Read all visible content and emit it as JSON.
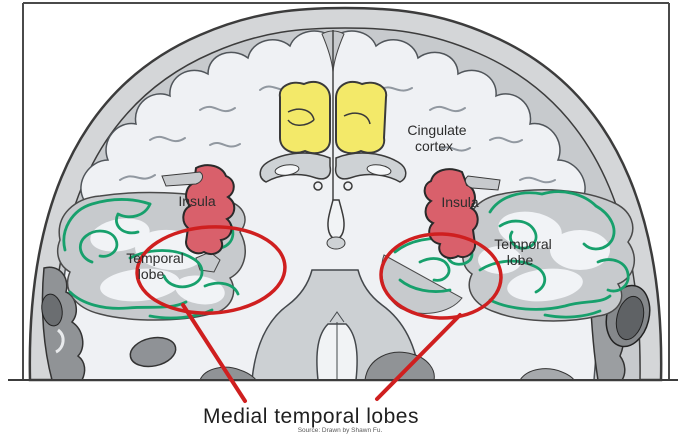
{
  "figure": {
    "type": "anatomical-diagram",
    "subject": "coronal brain section",
    "caption": "Medial temporal lobes",
    "source_credit": "Source: Drawn by Shawn Fu.",
    "labels": {
      "cingulate": {
        "line1": "Cingulate",
        "line2": "cortex"
      },
      "insula_left": "Insula",
      "insula_right": "Insula",
      "temporal_left": {
        "line1": "Temporal",
        "line2": "lobe"
      },
      "temporal_right": {
        "line1": "Temporal",
        "line2": "lobe"
      }
    },
    "colors": {
      "cingulate_yellow": "#f3e969",
      "insula_red": "#d9606b",
      "temporal_green": "#17a06c",
      "annotation_red": "#cf1f1f",
      "skull_gray": "#d4d6d8",
      "inner_gray": "#c7cacd",
      "brain_light": "#eff1f4",
      "bone_dark": "#6b6e71",
      "label_text": "#2d2d2d"
    }
  }
}
